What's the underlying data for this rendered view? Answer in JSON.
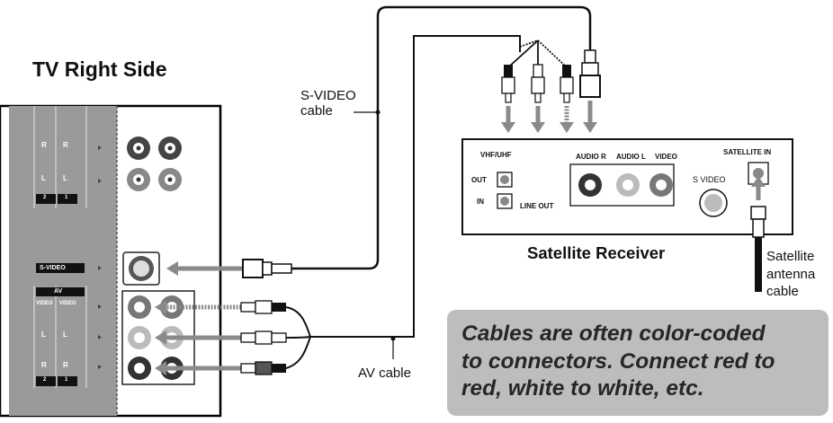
{
  "tv": {
    "title": "TV Right Side",
    "panel_top_left_R": "R",
    "panel_top_right_R": "R",
    "panel_top_left_L": "L",
    "panel_top_right_L": "L",
    "panel_top_num_2": "2",
    "panel_top_num_1": "1",
    "svideo_label": "S-VIDEO",
    "av_label": "AV",
    "av_left_video": "VIDEO",
    "av_right_video": "VIDEO",
    "av_left_L": "L",
    "av_right_L": "L",
    "av_left_R": "R",
    "av_right_R": "R",
    "av_num_2": "2",
    "av_num_1": "1"
  },
  "cables": {
    "svideo_cable": "S-VIDEO\ncable",
    "av_cable": "AV cable",
    "satellite_antenna_cable": "Satellite\nantenna\ncable"
  },
  "receiver": {
    "title": "Satellite Receiver",
    "vhf_uhf": "VHF/UHF",
    "out": "OUT",
    "in": "IN",
    "line_out": "LINE OUT",
    "audio_r": "AUDIO R",
    "audio_l": "AUDIO L",
    "video": "VIDEO",
    "s_video": "S VIDEO",
    "satellite_in": "SATELLITE IN"
  },
  "note": {
    "text": "Cables are often color-coded\nto connectors. Connect red to\nred, white to white, etc."
  }
}
